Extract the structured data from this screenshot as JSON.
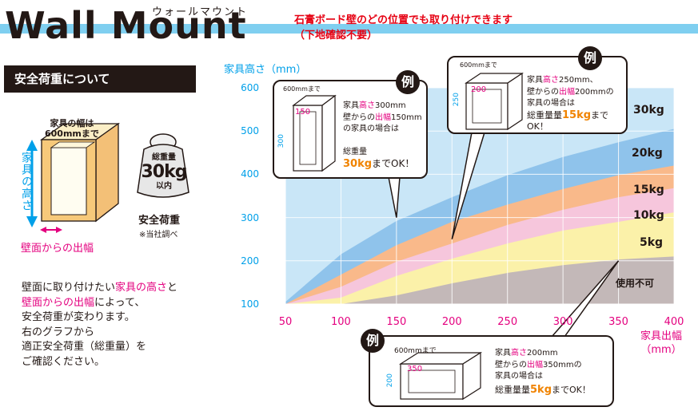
{
  "header": {
    "title": "Wall Mount",
    "title_kana": "ウォールマウント",
    "note_line1": "石膏ボード壁のどの位置でも取り付けできます",
    "note_line2": "（下地確認不要）"
  },
  "section": {
    "heading": "安全荷重について",
    "width_note_line1": "家具の幅は",
    "width_note_line2": "600mmまで",
    "height_label": "家具の高さ",
    "depth_label": "壁面からの出幅",
    "weight_top": "総重量",
    "weight_value": "30kg",
    "weight_bottom": "以内",
    "safe_load": "安全荷重",
    "safe_note": "※当社調べ"
  },
  "description": {
    "l1a": "壁面に取り付けたい",
    "l1b": "家具の高さ",
    "l1c": "と",
    "l2a": "壁面からの出幅",
    "l2b": "によって、",
    "l3": "安全荷重が変わります。",
    "l4": "右のグラフから",
    "l5": "適正安全荷重（総重量）を",
    "l6": "ご確認ください。"
  },
  "chart_data": {
    "type": "area",
    "ylabel": "家具高さ（mm）",
    "xlabel_line1": "家具出幅",
    "xlabel_line2": "（mm）",
    "xlim": [
      50,
      400
    ],
    "ylim": [
      100,
      600
    ],
    "x_ticks": [
      "50",
      "100",
      "150",
      "200",
      "250",
      "300",
      "350",
      "400"
    ],
    "y_ticks": [
      "100",
      "200",
      "300",
      "400",
      "500",
      "600"
    ],
    "grid": true,
    "colors": {
      "30kg": "#c9e6f7",
      "20kg": "#8fc3eb",
      "15kg": "#f9b98a",
      "10kg": "#f6c6dc",
      "5kg": "#fbf1a9",
      "unusable": "#c3b8b8"
    },
    "boundaries": [
      {
        "upper_zone": "20kg",
        "x": [
          50,
          100,
          150,
          200,
          250,
          300,
          350,
          400
        ],
        "y": [
          105,
          215,
          292,
          347,
          398,
          440,
          474,
          505
        ]
      },
      {
        "upper_zone": "15kg",
        "x": [
          50,
          100,
          150,
          200,
          250,
          300,
          350,
          400
        ],
        "y": [
          100,
          168,
          236,
          290,
          330,
          366,
          398,
          420
        ]
      },
      {
        "upper_zone": "10kg",
        "x": [
          50,
          100,
          150,
          200,
          250,
          300,
          350,
          400
        ],
        "y": [
          100,
          140,
          198,
          240,
          283,
          318,
          347,
          368
        ]
      },
      {
        "upper_zone": "5kg",
        "x": [
          50,
          100,
          150,
          200,
          250,
          300,
          350,
          400
        ],
        "y": [
          100,
          115,
          165,
          205,
          240,
          270,
          290,
          312
        ]
      },
      {
        "upper_zone": "unusable",
        "x": [
          50,
          100,
          150,
          200,
          250,
          300,
          350,
          400
        ],
        "y": [
          100,
          100,
          120,
          148,
          172,
          190,
          203,
          210
        ]
      }
    ],
    "zone_labels": [
      "30kg",
      "20kg",
      "15kg",
      "10kg",
      "5kg",
      "使用不可"
    ],
    "examples": [
      {
        "badge": "例",
        "width_label": "600mmまで",
        "depth_label": "150",
        "height_label": "300",
        "line1_a": "家具",
        "line1_b": "高さ",
        "line1_c": "300mm",
        "line2_a": "壁からの",
        "line2_b": "出幅",
        "line2_c": "150mm",
        "line3": "の家具の場合は",
        "line4": "総重量",
        "result_weight": "30kg",
        "result_suffix": "までOK！",
        "x": 150,
        "y": 300
      },
      {
        "badge": "例",
        "width_label": "600mmまで",
        "depth_label": "200",
        "height_label": "250",
        "line1_a": "家具",
        "line1_b": "高さ",
        "line1_c": "250mm、",
        "line2_a": "壁からの",
        "line2_b": "出幅",
        "line2_c": "200mm",
        "line2_d": "の",
        "line3": "家具の場合は",
        "line4": "総重量量",
        "result_weight": "15kg",
        "result_suffix": "までOK！",
        "x": 200,
        "y": 250
      },
      {
        "badge": "例",
        "width_label": "600mmまで",
        "depth_label": "350",
        "height_label": "200",
        "line1_a": "家具",
        "line1_b": "高さ",
        "line1_c": "200mm",
        "line2_a": "壁からの",
        "line2_b": "出幅",
        "line2_c": "350mm",
        "line2_d": "の",
        "line3": "家具の場合は",
        "line4": "総重量量",
        "result_weight": "5kg",
        "result_suffix": "までOK！",
        "x": 350,
        "y": 200
      }
    ]
  }
}
